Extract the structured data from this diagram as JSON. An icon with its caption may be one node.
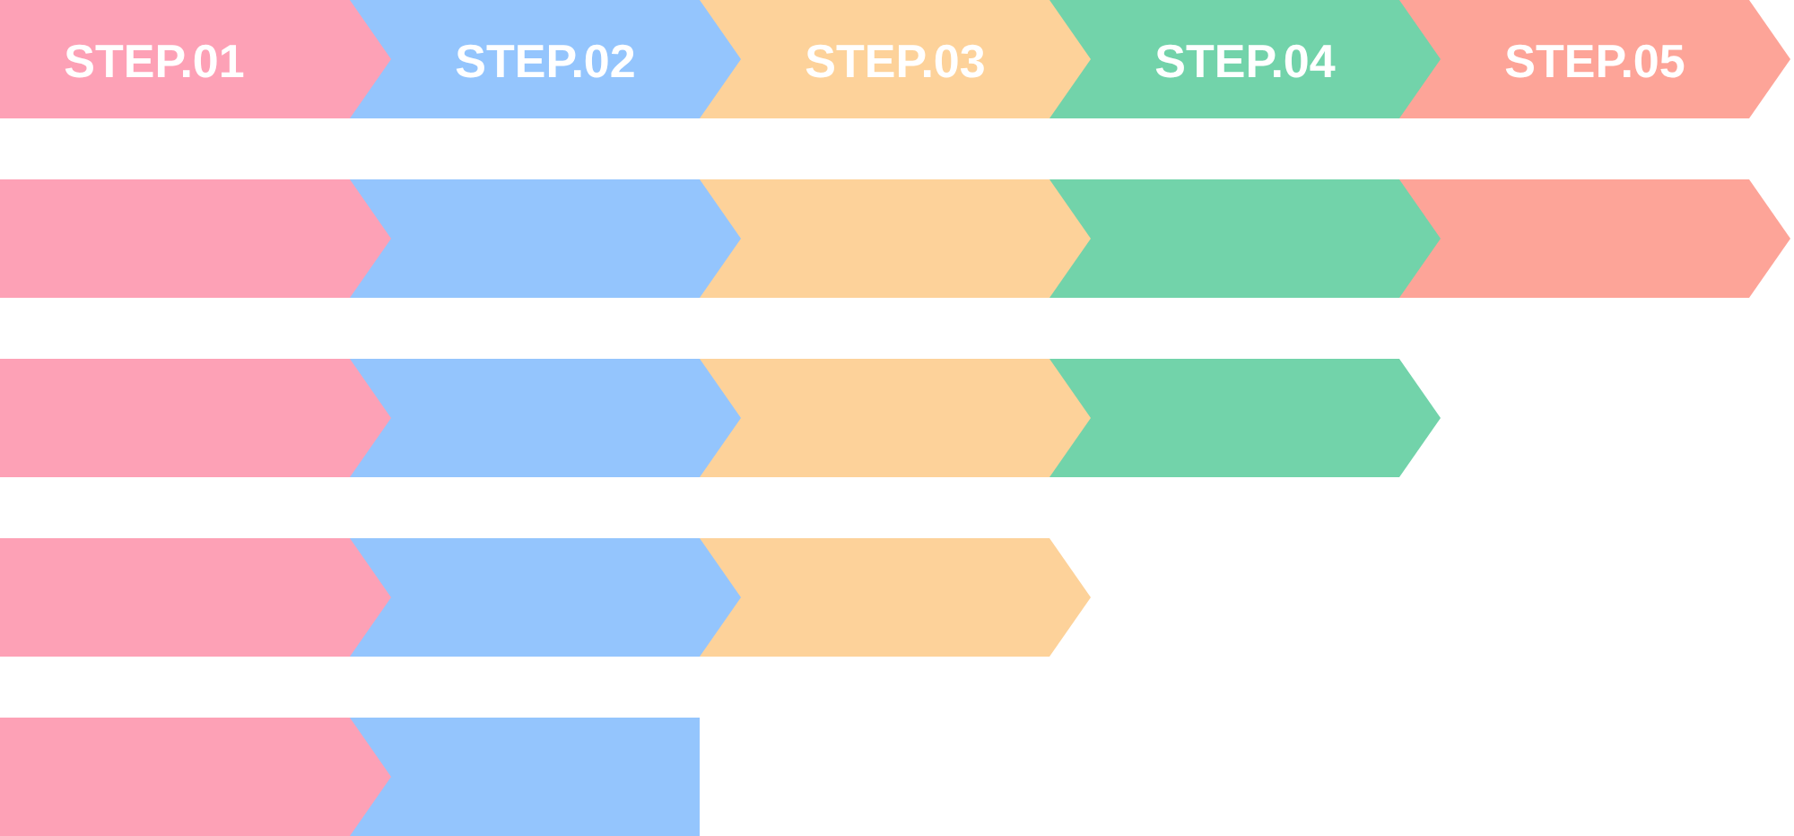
{
  "diagram": {
    "nodes": [
      {
        "text": [
          "STEP.01"
        ]
      },
      {
        "text": [
          "STEP.02"
        ]
      },
      {
        "text": [
          "STEP.03"
        ]
      },
      {
        "text": [
          "STEP.04"
        ]
      },
      {
        "text": [
          "STEP.05"
        ]
      },
      {
        "text": [],
        "shape": "chevron"
      },
      {
        "text": [],
        "shape": "chevron"
      },
      {
        "text": [],
        "shape": "chevron"
      },
      {
        "text": [],
        "shape": "chevron"
      },
      {
        "text": [],
        "shape": "chevron"
      },
      {
        "text": [],
        "shape": "chevron"
      },
      {
        "text": [],
        "shape": "chevron"
      },
      {
        "text": [],
        "shape": "chevron"
      },
      {
        "text": [],
        "shape": "chevron"
      },
      {
        "text": [],
        "shape": "chevron"
      },
      {
        "text": [],
        "shape": "chevron"
      },
      {
        "text": [],
        "shape": "chevron"
      },
      {
        "text": [],
        "shape": "chevron"
      },
      {
        "text": [],
        "shape": "box"
      }
    ]
  }
}
